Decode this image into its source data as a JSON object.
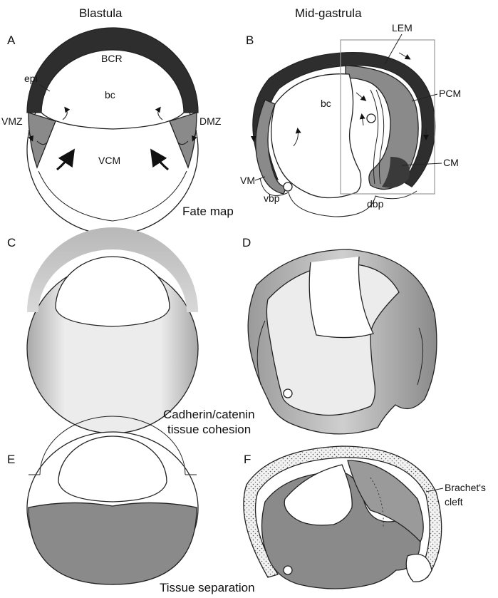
{
  "columns": {
    "left": "Blastula",
    "right": "Mid-gastrula"
  },
  "panels": {
    "a": "A",
    "b": "B",
    "c": "C",
    "d": "D",
    "e": "E",
    "f": "F"
  },
  "labels_a": {
    "bcr": "BCR",
    "epi": "epi",
    "bc": "bc",
    "vmz": "VMZ",
    "dmz": "DMZ",
    "vcm": "VCM"
  },
  "labels_b": {
    "lem": "LEM",
    "bc": "bc",
    "pcm": "PCM",
    "cm": "CM",
    "vm": "VM",
    "vbp": "vbp",
    "dbp": "dbp"
  },
  "captions": {
    "fate_map": "Fate map",
    "cohesion_line1": "Cadherin/catenin",
    "cohesion_line2": "tissue cohesion",
    "separation": "Tissue separation"
  },
  "labels_f": {
    "brachet_line1": "Brachet's",
    "brachet_line2": "cleft"
  },
  "colors": {
    "dark": "#2e2e2e",
    "mid": "#8a8a8a",
    "light": "#c8c8c8",
    "pale": "#ebebeb",
    "outline": "#222222"
  }
}
